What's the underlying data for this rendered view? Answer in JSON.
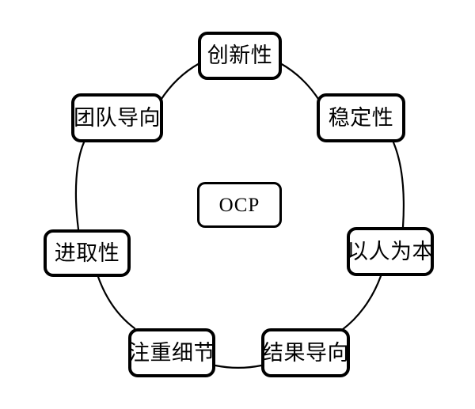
{
  "diagram": {
    "type": "circular-cycle-diagram",
    "title_text": "OCP",
    "background_color": "#ffffff",
    "stroke_color": "#000000",
    "center": {
      "id": "center",
      "label": "OCP",
      "name": "center-node"
    },
    "nodes": [
      {
        "id": "innovation",
        "label": "创新性",
        "angle_deg": 90,
        "position": "top"
      },
      {
        "id": "stability",
        "label": "稳定性",
        "angle_deg": 45,
        "position": "top-right"
      },
      {
        "id": "people",
        "label": "以人为本",
        "angle_deg": 0,
        "position": "right"
      },
      {
        "id": "results",
        "label": "结果导向",
        "angle_deg": -45,
        "position": "bottom-right"
      },
      {
        "id": "details",
        "label": "注重细节",
        "angle_deg": -135,
        "position": "bottom-left"
      },
      {
        "id": "aggressive",
        "label": "进取性",
        "angle_deg": 180,
        "position": "left"
      },
      {
        "id": "team",
        "label": "团队导向",
        "angle_deg": 135,
        "position": "top-left"
      }
    ],
    "connections": [
      {
        "from": "team",
        "to": "innovation"
      },
      {
        "from": "innovation",
        "to": "stability"
      },
      {
        "from": "stability",
        "to": "people"
      },
      {
        "from": "people",
        "to": "results"
      },
      {
        "from": "results",
        "to": "details"
      },
      {
        "from": "details",
        "to": "aggressive"
      },
      {
        "from": "aggressive",
        "to": "team"
      }
    ]
  }
}
